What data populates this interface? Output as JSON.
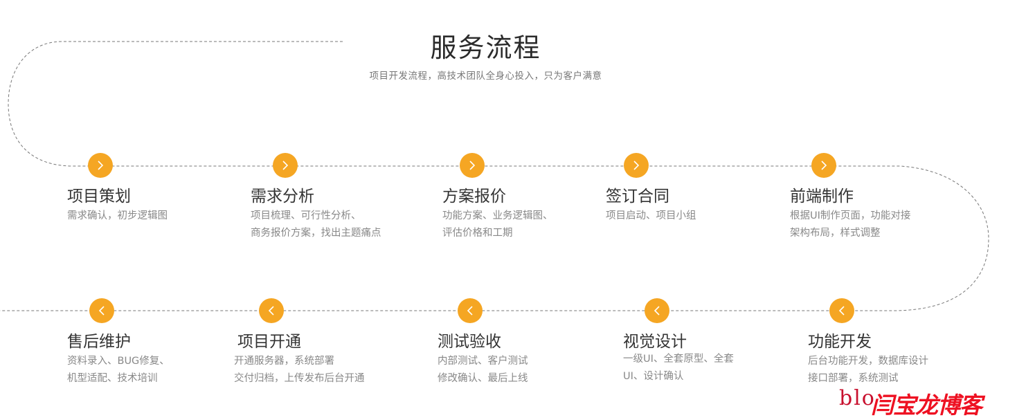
{
  "header": {
    "title": "服务流程",
    "subtitle": "项目开发流程，高技术团队全身心投入，只为客户满意"
  },
  "colors": {
    "accent": "#f5a623",
    "title_text": "#333333",
    "desc_text": "#888888",
    "path_line": "#777777",
    "watermark": "#ee1122"
  },
  "flow": {
    "top_row": [
      {
        "icon": "chevron-right-icon",
        "title": "项目策划",
        "desc": [
          "需求确认，初步逻辑图"
        ]
      },
      {
        "icon": "chevron-right-icon",
        "title": "需求分析",
        "desc": [
          "项目梳理、可行性分析、",
          "商务报价方案，找出主题痛点"
        ]
      },
      {
        "icon": "chevron-right-icon",
        "title": "方案报价",
        "desc": [
          "功能方案、业务逻辑图、",
          "评估价格和工期"
        ]
      },
      {
        "icon": "chevron-right-icon",
        "title": "签订合同",
        "desc": [
          "项目启动、项目小组"
        ]
      },
      {
        "icon": "chevron-right-icon",
        "title": "前端制作",
        "desc": [
          "根据UI制作页面，功能对接",
          "架构布局，样式调整"
        ]
      }
    ],
    "bottom_row": [
      {
        "icon": "chevron-left-icon",
        "title": "售后维护",
        "desc": [
          "资料录入、BUG修复、",
          "机型适配、技术培训"
        ]
      },
      {
        "icon": "chevron-left-icon",
        "title": "项目开通",
        "desc": [
          "开通服务器，系统部署",
          "交付归档，上传发布后台开通"
        ]
      },
      {
        "icon": "chevron-left-icon",
        "title": "测试验收",
        "desc": [
          "内部测试、客户测试",
          "修改确认、最后上线"
        ]
      },
      {
        "icon": "chevron-left-icon",
        "title": "视觉设计",
        "desc": [
          "一级UI、全套原型、全套",
          "UI、设计确认"
        ]
      },
      {
        "icon": "chevron-left-icon",
        "title": "功能开发",
        "desc": [
          "后台功能开发，数据库设计",
          "接口部署，系统测试"
        ]
      }
    ]
  },
  "watermark": {
    "latin": "blo",
    "chinese": "闫宝龙博客"
  }
}
